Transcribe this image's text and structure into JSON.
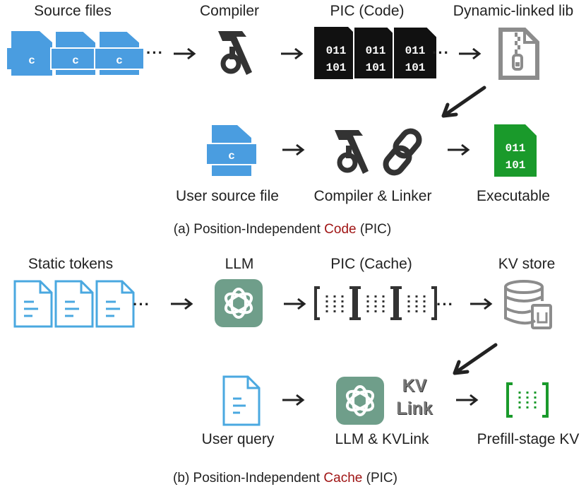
{
  "panel_a": {
    "labels": {
      "source_files": "Source files",
      "compiler": "Compiler",
      "pic_code": "PIC (Code)",
      "dynamic_lib": "Dynamic-linked lib",
      "user_source": "User source file",
      "compiler_linker": "Compiler & Linker",
      "executable": "Executable"
    },
    "file_letter": "c",
    "binary_line1": "011",
    "binary_line2": "101",
    "caption_prefix": "(a) Position-Independent ",
    "caption_highlight": "Code",
    "caption_suffix": " (PIC)"
  },
  "panel_b": {
    "labels": {
      "static_tokens": "Static tokens",
      "llm": "LLM",
      "pic_cache": "PIC (Cache)",
      "kv_store": "KV store",
      "user_query": "User query",
      "llm_kvlink": "LLM & KVLink",
      "prefill_kv": "Prefill-stage KV"
    },
    "kvlink_line1": "KV",
    "kvlink_line2": "Link",
    "caption_prefix": "(b) Position-Independent ",
    "caption_highlight": "Cache",
    "caption_suffix": " (PIC)"
  },
  "ellipsis": "···",
  "colors": {
    "file_blue": "#4a9de0",
    "black": "#111111",
    "gray": "#8c8c8c",
    "green": "#1a9a2b",
    "llm_teal": "#6f9e8a",
    "highlight_red": "#a01515"
  }
}
